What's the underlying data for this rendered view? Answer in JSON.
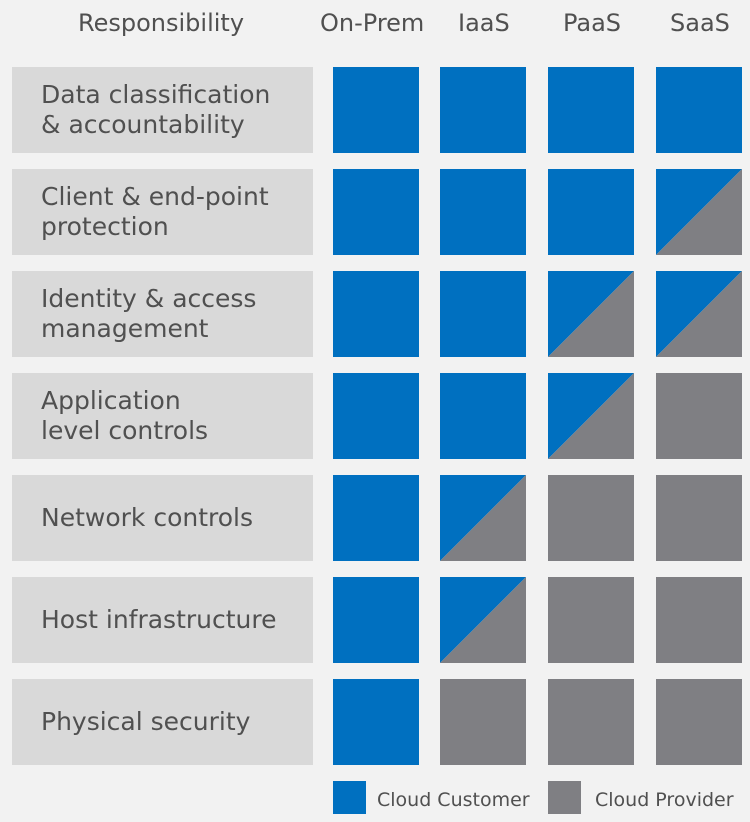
{
  "headers": {
    "responsibility": "Responsibility",
    "columns": [
      "On-Prem",
      "IaaS",
      "PaaS",
      "SaaS"
    ]
  },
  "rows": [
    {
      "label": "Data classification\n& accountability",
      "cells": [
        "customer",
        "customer",
        "customer",
        "customer"
      ]
    },
    {
      "label": "Client & end-point\nprotection",
      "cells": [
        "customer",
        "customer",
        "customer",
        "shared"
      ]
    },
    {
      "label": "Identity & access\nmanagement",
      "cells": [
        "customer",
        "customer",
        "shared",
        "shared"
      ]
    },
    {
      "label": "Application\nlevel controls",
      "cells": [
        "customer",
        "customer",
        "shared",
        "provider"
      ]
    },
    {
      "label": "Network controls",
      "cells": [
        "customer",
        "shared",
        "provider",
        "provider"
      ]
    },
    {
      "label": "Host infrastructure",
      "cells": [
        "customer",
        "shared",
        "provider",
        "provider"
      ]
    },
    {
      "label": "Physical security",
      "cells": [
        "customer",
        "provider",
        "provider",
        "provider"
      ]
    }
  ],
  "legend": {
    "customer": "Cloud Customer",
    "provider": "Cloud Provider"
  },
  "colors": {
    "customer": "#0070c0",
    "provider": "#7f7f83",
    "label_bg": "#d9d9d9",
    "background": "#f2f2f2",
    "text": "#505050"
  }
}
